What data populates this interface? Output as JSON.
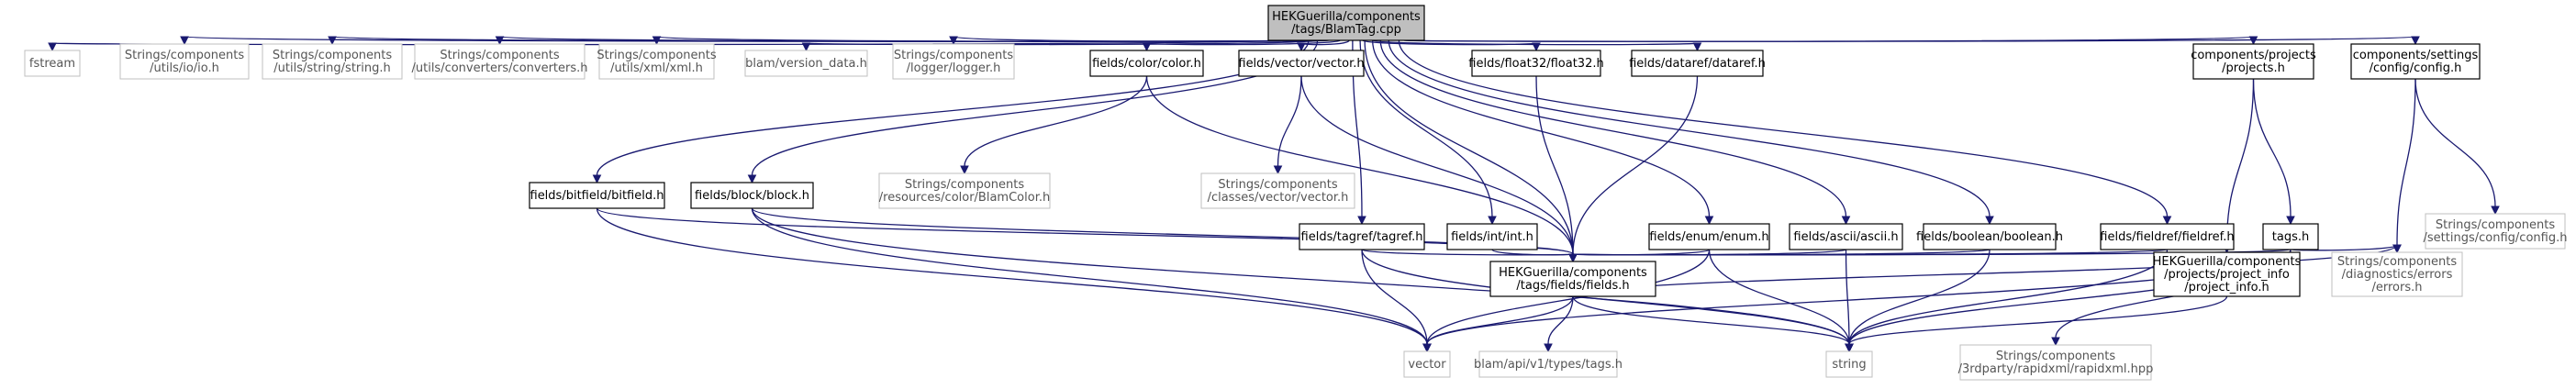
{
  "colors": {
    "edge": "#191970",
    "root_fill": "#bfbfbf",
    "internal_border": "#000000",
    "external_border": "#bfbfbf"
  },
  "nodes": [
    {
      "id": "root",
      "kind": "root",
      "lines": [
        "HEKGuerilla/components",
        "/tags/BlamTag.cpp"
      ]
    },
    {
      "id": "fstream",
      "kind": "external",
      "lines": [
        "fstream"
      ]
    },
    {
      "id": "io",
      "kind": "external",
      "lines": [
        "Strings/components",
        "/utils/io/io.h"
      ]
    },
    {
      "id": "string_h",
      "kind": "external",
      "lines": [
        "Strings/components",
        "/utils/string/string.h"
      ]
    },
    {
      "id": "converters",
      "kind": "external",
      "lines": [
        "Strings/components",
        "/utils/converters/converters.h"
      ]
    },
    {
      "id": "xml",
      "kind": "external",
      "lines": [
        "Strings/components",
        "/utils/xml/xml.h"
      ]
    },
    {
      "id": "version",
      "kind": "external",
      "lines": [
        "blam/version_data.h"
      ]
    },
    {
      "id": "logger",
      "kind": "external",
      "lines": [
        "Strings/components",
        "/logger/logger.h"
      ]
    },
    {
      "id": "color",
      "kind": "internal",
      "lines": [
        "fields/color/color.h"
      ]
    },
    {
      "id": "vector_h",
      "kind": "internal",
      "lines": [
        "fields/vector/vector.h"
      ]
    },
    {
      "id": "float32",
      "kind": "internal",
      "lines": [
        "fields/float32/float32.h"
      ]
    },
    {
      "id": "dataref",
      "kind": "internal",
      "lines": [
        "fields/dataref/dataref.h"
      ]
    },
    {
      "id": "projects",
      "kind": "internal",
      "lines": [
        "components/projects",
        "/projects.h"
      ]
    },
    {
      "id": "config",
      "kind": "internal",
      "lines": [
        "components/settings",
        "/config/config.h"
      ]
    },
    {
      "id": "bitfield",
      "kind": "internal",
      "lines": [
        "fields/bitfield/bitfield.h"
      ]
    },
    {
      "id": "block",
      "kind": "internal",
      "lines": [
        "fields/block/block.h"
      ]
    },
    {
      "id": "blamcolor",
      "kind": "external",
      "lines": [
        "Strings/components",
        "/resources/color/BlamColor.h"
      ]
    },
    {
      "id": "cvector",
      "kind": "external",
      "lines": [
        "Strings/components",
        "/classes/vector/vector.h"
      ]
    },
    {
      "id": "tagref",
      "kind": "internal",
      "lines": [
        "fields/tagref/tagref.h"
      ]
    },
    {
      "id": "int_h",
      "kind": "internal",
      "lines": [
        "fields/int/int.h"
      ]
    },
    {
      "id": "enum_h",
      "kind": "internal",
      "lines": [
        "fields/enum/enum.h"
      ]
    },
    {
      "id": "ascii",
      "kind": "internal",
      "lines": [
        "fields/ascii/ascii.h"
      ]
    },
    {
      "id": "boolean",
      "kind": "internal",
      "lines": [
        "fields/boolean/boolean.h"
      ]
    },
    {
      "id": "fieldref",
      "kind": "internal",
      "lines": [
        "fields/fieldref/fieldref.h"
      ]
    },
    {
      "id": "tags_h",
      "kind": "internal",
      "lines": [
        "tags.h"
      ]
    },
    {
      "id": "settings_config",
      "kind": "external",
      "lines": [
        "Strings/components",
        "/settings/config/config.h"
      ]
    },
    {
      "id": "fields_h",
      "kind": "internal",
      "lines": [
        "HEKGuerilla/components",
        "/tags/fields/fields.h"
      ]
    },
    {
      "id": "errors",
      "kind": "external",
      "lines": [
        "Strings/components",
        "/diagnostics/errors",
        "/errors.h"
      ]
    },
    {
      "id": "project_info",
      "kind": "internal",
      "lines": [
        "HEKGuerilla/components",
        "/projects/project_info",
        "/project_info.h"
      ]
    },
    {
      "id": "vector_std",
      "kind": "external",
      "lines": [
        "vector"
      ]
    },
    {
      "id": "apitags",
      "kind": "external",
      "lines": [
        "blam/api/v1/types/tags.h"
      ]
    },
    {
      "id": "string_std",
      "kind": "external",
      "lines": [
        "string"
      ]
    },
    {
      "id": "rapidxml",
      "kind": "external",
      "lines": [
        "Strings/components",
        "/3rdparty/rapidxml/rapidxml.hpp"
      ]
    }
  ],
  "edges": [
    [
      "root",
      "fstream"
    ],
    [
      "root",
      "io"
    ],
    [
      "root",
      "string_h"
    ],
    [
      "root",
      "converters"
    ],
    [
      "root",
      "xml"
    ],
    [
      "root",
      "version"
    ],
    [
      "root",
      "logger"
    ],
    [
      "root",
      "color"
    ],
    [
      "root",
      "vector_h"
    ],
    [
      "root",
      "float32"
    ],
    [
      "root",
      "dataref"
    ],
    [
      "root",
      "projects"
    ],
    [
      "root",
      "config"
    ],
    [
      "root",
      "bitfield"
    ],
    [
      "root",
      "block"
    ],
    [
      "root",
      "tagref"
    ],
    [
      "root",
      "int_h"
    ],
    [
      "root",
      "enum_h"
    ],
    [
      "root",
      "ascii"
    ],
    [
      "root",
      "boolean"
    ],
    [
      "root",
      "fieldref"
    ],
    [
      "root",
      "fields_h"
    ],
    [
      "color",
      "blamcolor"
    ],
    [
      "color",
      "fields_h"
    ],
    [
      "vector_h",
      "cvector"
    ],
    [
      "vector_h",
      "fields_h"
    ],
    [
      "float32",
      "fields_h"
    ],
    [
      "dataref",
      "fields_h"
    ],
    [
      "projects",
      "tags_h"
    ],
    [
      "projects",
      "project_info"
    ],
    [
      "config",
      "settings_config"
    ],
    [
      "config",
      "errors"
    ],
    [
      "bitfield",
      "fields_h"
    ],
    [
      "bitfield",
      "vector_std"
    ],
    [
      "block",
      "fields_h"
    ],
    [
      "block",
      "vector_std"
    ],
    [
      "block",
      "string_std"
    ],
    [
      "tagref",
      "fields_h"
    ],
    [
      "tagref",
      "vector_std"
    ],
    [
      "tagref",
      "string_std"
    ],
    [
      "int_h",
      "fields_h"
    ],
    [
      "enum_h",
      "fields_h"
    ],
    [
      "enum_h",
      "vector_std"
    ],
    [
      "enum_h",
      "string_std"
    ],
    [
      "ascii",
      "fields_h"
    ],
    [
      "ascii",
      "string_std"
    ],
    [
      "boolean",
      "fields_h"
    ],
    [
      "boolean",
      "string_std"
    ],
    [
      "fieldref",
      "fields_h"
    ],
    [
      "fieldref",
      "string_std"
    ],
    [
      "tags_h",
      "fields_h"
    ],
    [
      "tags_h",
      "errors"
    ],
    [
      "tags_h",
      "vector_std"
    ],
    [
      "tags_h",
      "string_std"
    ],
    [
      "tags_h",
      "rapidxml"
    ],
    [
      "fields_h",
      "vector_std"
    ],
    [
      "fields_h",
      "apitags"
    ],
    [
      "fields_h",
      "string_std"
    ],
    [
      "fields_h",
      "errors"
    ],
    [
      "project_info",
      "string_std"
    ]
  ]
}
